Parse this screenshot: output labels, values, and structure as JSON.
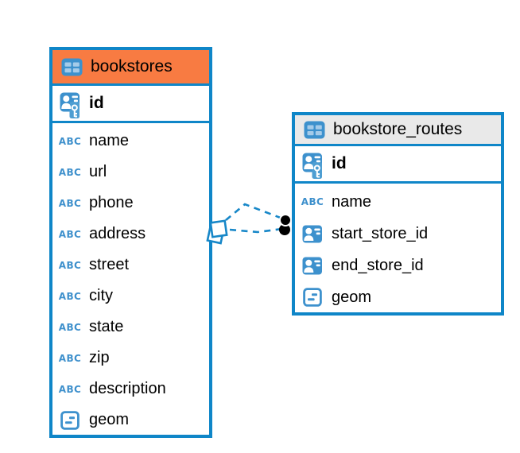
{
  "diagram": {
    "tool": "database ER diagram",
    "colors": {
      "accent_blue": "#0F86C8",
      "selected_header_orange": "#F87B42",
      "header_gray": "#E9E9E9",
      "icon_blue": "#3D91CD",
      "relationship_line_blue": "#1787C8",
      "text": "#000000"
    },
    "tables": [
      {
        "name": "bookstores",
        "header_icon": "table-icon",
        "header_state": "selected-orange",
        "primary_key": {
          "name": "id",
          "icon": "primary-key-icon"
        },
        "columns": [
          {
            "name": "name",
            "type": "text",
            "icon": "text-icon"
          },
          {
            "name": "url",
            "type": "text",
            "icon": "text-icon"
          },
          {
            "name": "phone",
            "type": "text",
            "icon": "text-icon"
          },
          {
            "name": "address",
            "type": "text",
            "icon": "text-icon"
          },
          {
            "name": "street",
            "type": "text",
            "icon": "text-icon"
          },
          {
            "name": "city",
            "type": "text",
            "icon": "text-icon"
          },
          {
            "name": "state",
            "type": "text",
            "icon": "text-icon"
          },
          {
            "name": "zip",
            "type": "text",
            "icon": "text-icon"
          },
          {
            "name": "description",
            "type": "text",
            "icon": "text-icon"
          },
          {
            "name": "geom",
            "type": "geometry",
            "icon": "geometry-icon"
          }
        ]
      },
      {
        "name": "bookstore_routes",
        "header_icon": "table-icon",
        "header_state": "default-gray",
        "primary_key": {
          "name": "id",
          "icon": "primary-key-icon"
        },
        "columns": [
          {
            "name": "name",
            "type": "text",
            "icon": "text-icon"
          },
          {
            "name": "start_store_id",
            "type": "reference",
            "icon": "reference-icon"
          },
          {
            "name": "end_store_id",
            "type": "reference",
            "icon": "reference-icon"
          },
          {
            "name": "geom",
            "type": "geometry",
            "icon": "geometry-icon"
          }
        ]
      }
    ],
    "relationships": [
      {
        "from": "bookstores",
        "to": "bookstore_routes",
        "line_style": "dashed",
        "from_marker": "overlapping-squares",
        "to_marker": "black-dot"
      },
      {
        "from": "bookstores",
        "to": "bookstore_routes",
        "line_style": "dashed",
        "from_marker": "overlapping-squares",
        "to_marker": "black-dot"
      }
    ]
  }
}
